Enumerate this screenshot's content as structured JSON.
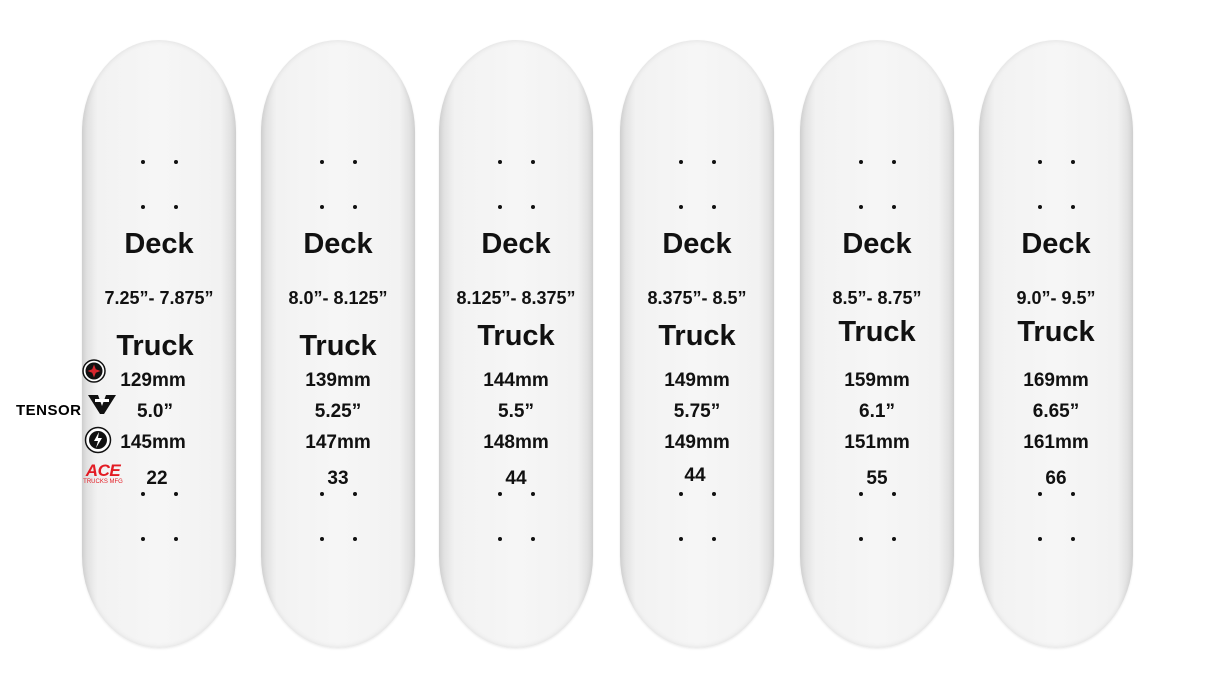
{
  "brands": {
    "tensor": "TENSOR",
    "ace_word": "ACE",
    "ace_sub": "TRUCKS MFG"
  },
  "decks": [
    {
      "deck_label": "Deck",
      "width_range": "7.25”- 7.875”",
      "truck_label": "Truck",
      "independent": "129mm",
      "venture": "5.0”",
      "thunder": "145mm",
      "ace": "22"
    },
    {
      "deck_label": "Deck",
      "width_range": "8.0”- 8.125”",
      "truck_label": "Truck",
      "independent": "139mm",
      "venture": "5.25”",
      "thunder": "147mm",
      "ace": "33"
    },
    {
      "deck_label": "Deck",
      "width_range": "8.125”- 8.375”",
      "truck_label": "Truck",
      "independent": "144mm",
      "venture": "5.5”",
      "thunder": "148mm",
      "ace": "44"
    },
    {
      "deck_label": "Deck",
      "width_range": "8.375”- 8.5”",
      "truck_label": "Truck",
      "independent": "149mm",
      "venture": "5.75”",
      "thunder": "149mm",
      "ace": "44"
    },
    {
      "deck_label": "Deck",
      "width_range": "8.5”- 8.75”",
      "truck_label": "Truck",
      "independent": "159mm",
      "venture": "6.1”",
      "thunder": "151mm",
      "ace": "55"
    },
    {
      "deck_label": "Deck",
      "width_range": "9.0”- 9.5”",
      "truck_label": "Truck",
      "independent": "169mm",
      "venture": "6.65”",
      "thunder": "161mm",
      "ace": "66"
    }
  ],
  "colors": {
    "deck": "#f4f4f4",
    "text": "#111111",
    "ace_red": "#e31b23",
    "independent_red": "#d7262e"
  }
}
